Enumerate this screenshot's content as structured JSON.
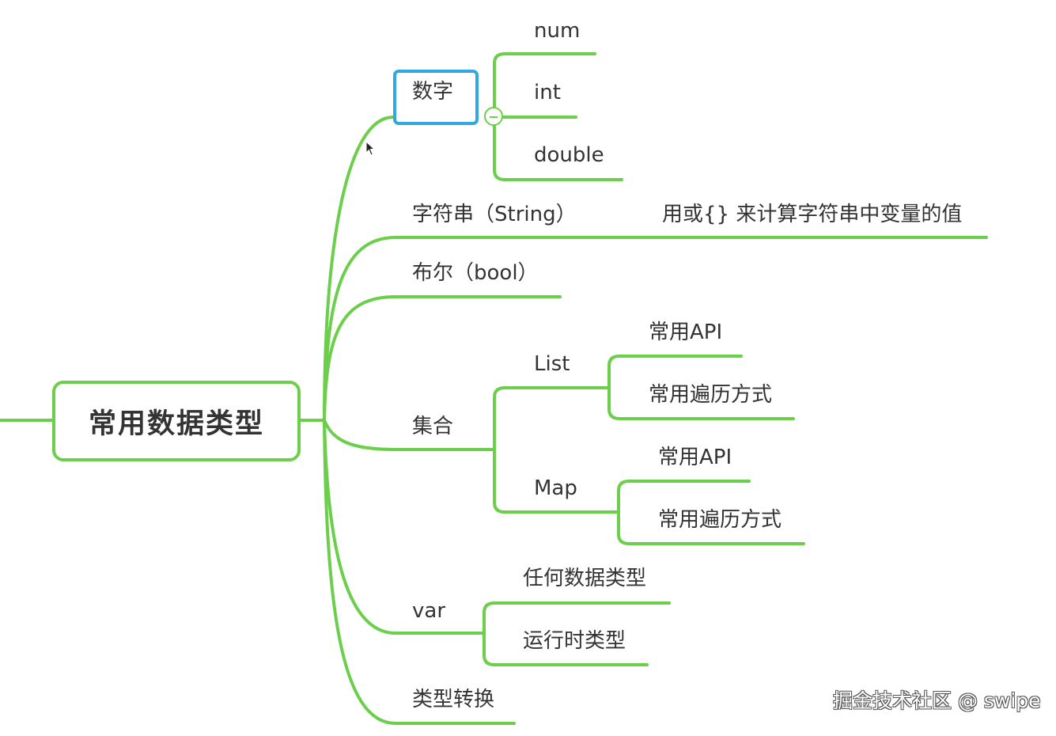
{
  "root": {
    "label": "常用数据类型"
  },
  "number": {
    "label": "数字",
    "children": [
      "num",
      "int",
      "double"
    ]
  },
  "string": {
    "label": "字符串（String）",
    "note": "用或{} 来计算字符串中变量的值"
  },
  "bool": {
    "label": "布尔（bool）"
  },
  "collection": {
    "label": "集合",
    "list": {
      "label": "List",
      "children": [
        "常用API",
        "常用遍历方式"
      ]
    },
    "map": {
      "label": "Map",
      "children": [
        "常用API",
        "常用遍历方式"
      ]
    }
  },
  "var": {
    "label": "var",
    "children": [
      "任何数据类型",
      "运行时类型"
    ]
  },
  "conversion": {
    "label": "类型转换"
  },
  "watermark": "掘金技术社区 @ swipe",
  "colors": {
    "branch": "#6ccf4c",
    "focus": "#31a8e1",
    "text": "#333333"
  },
  "icons": [
    "collapse-icon",
    "mouse-cursor-icon"
  ]
}
